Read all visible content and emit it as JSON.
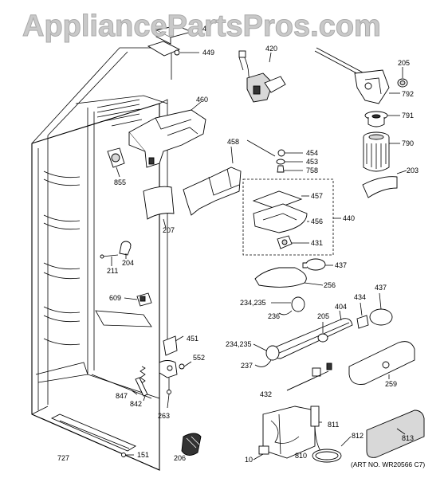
{
  "watermark": "AppliancePartsPros.com",
  "art_number": "(ART NO. WR20566 C7)",
  "labels": {
    "p4": "4",
    "p449": "449",
    "p420": "420",
    "p205a": "205",
    "p792": "792",
    "p460": "460",
    "p791": "791",
    "p790": "790",
    "p458": "458",
    "p454": "454",
    "p453": "453",
    "p758": "758",
    "p203": "203",
    "p855": "855",
    "p457": "457",
    "p456": "456",
    "p440": "440",
    "p207": "207",
    "p431": "431",
    "p204": "204",
    "p211": "211",
    "p437a": "437",
    "p256": "256",
    "p437b": "437",
    "p609": "609",
    "p434": "434",
    "p234a": "234,235",
    "p404": "404",
    "p236": "236",
    "p205b": "205",
    "p451": "451",
    "p552": "552",
    "p234b": "234,235",
    "p237": "237",
    "p847": "847",
    "p842": "842",
    "p263": "263",
    "p259": "259",
    "p432": "432",
    "p811": "811",
    "p812": "812",
    "p813": "813",
    "p727": "727",
    "p151": "151",
    "p206": "206",
    "p10": "10",
    "p810": "810"
  }
}
